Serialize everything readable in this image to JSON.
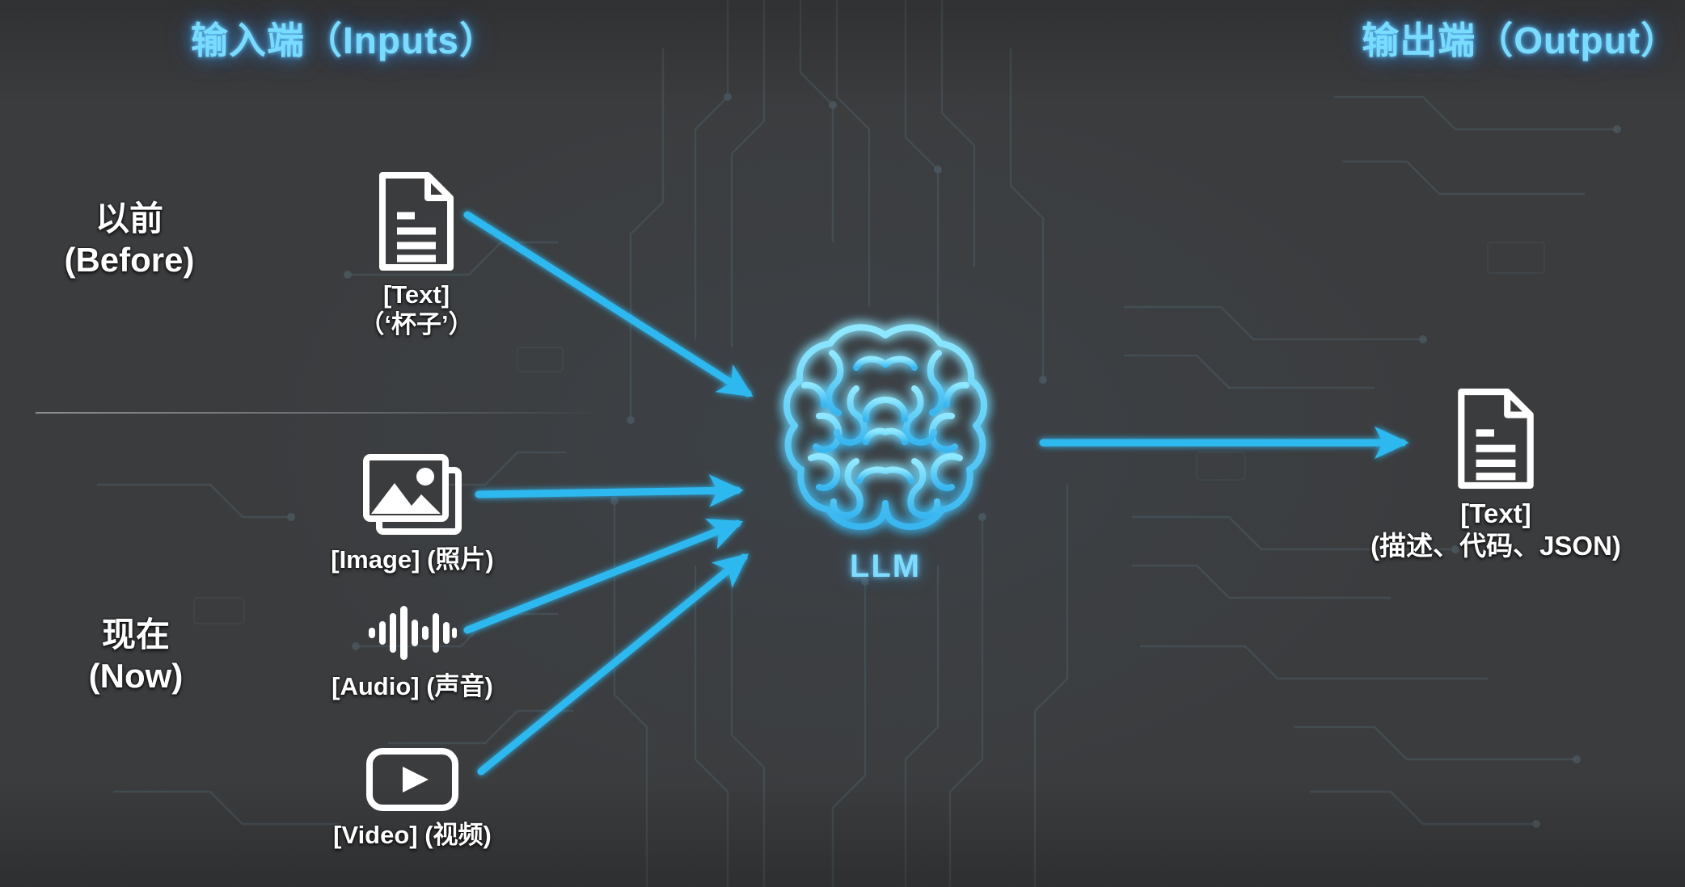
{
  "headings": {
    "inputs": "输入端（Inputs）",
    "output": "输出端（Output）"
  },
  "eras": [
    {
      "id": "before",
      "cn": "以前",
      "en": "(Before)"
    },
    {
      "id": "now",
      "cn": "现在",
      "en": "(Now)"
    }
  ],
  "inputs": [
    {
      "id": "text",
      "icon": "document-icon",
      "label": "[Text]",
      "sub": "（‘杯子’）",
      "era": "before"
    },
    {
      "id": "image",
      "icon": "photo-stack-icon",
      "label": "[Image]",
      "sub": "(照片)",
      "caption": "[Image] (照片)",
      "era": "now"
    },
    {
      "id": "audio",
      "icon": "audio-waveform-icon",
      "label": "[Audio]",
      "sub": "(声音)",
      "caption": "[Audio] (声音)",
      "era": "now"
    },
    {
      "id": "video",
      "icon": "video-play-icon",
      "label": "[Video]",
      "sub": "(视频)",
      "caption": "[Video] (视频)",
      "era": "now"
    }
  ],
  "model": {
    "icon": "brain-icon",
    "label": "LLM"
  },
  "output": {
    "icon": "document-icon",
    "label": "[Text]",
    "sub": "(描述、代码、JSON)"
  },
  "colors": {
    "background": "#3b3c3e",
    "accent_cyan": "#29b6f6",
    "heading_glow": "#79dcff",
    "icon_white": "#ffffff",
    "arrow": "#2eb8f0",
    "circuit": "#4a5a64"
  }
}
